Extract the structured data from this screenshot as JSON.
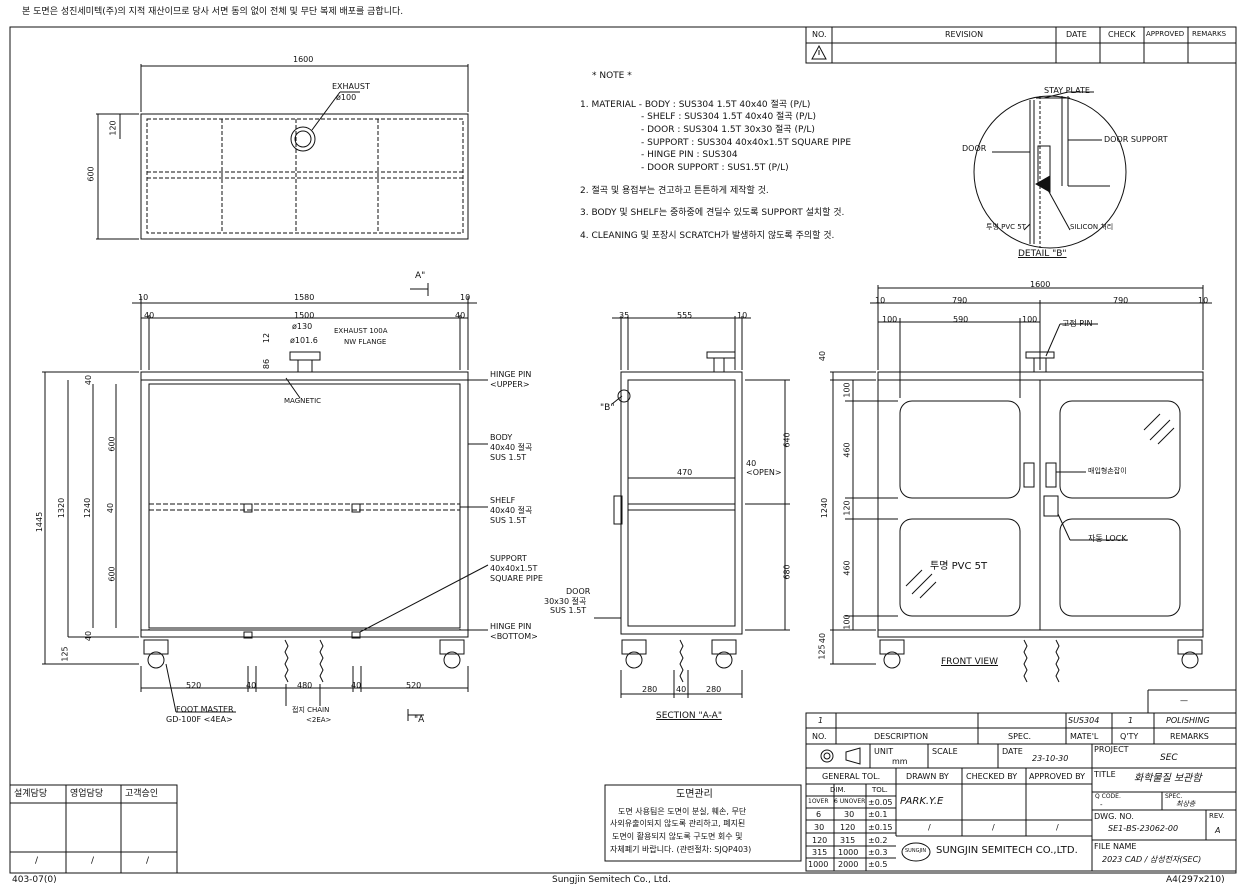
{
  "header_notice": "본 도면은 성진세미텍(주)의 지적 재산이므로 당사 서면 동의 없이 전체 및 무단 복제 배포를 금합니다.",
  "footer": {
    "form_code": "403-07(0)",
    "company": "Sungjin Semitech Co., Ltd.",
    "paper": "A4(297x210)"
  },
  "revision_table": {
    "headers": [
      "NO.",
      "REVISION",
      "DATE",
      "CHECK",
      "APPROVED",
      "REMARKS"
    ],
    "warning_icon": "warning-triangle-icon"
  },
  "notes": {
    "heading": "* NOTE *",
    "lines": [
      "1. MATERIAL - BODY : SUS304 1.5T 40x40 절곡 (P/L)",
      "- SHELF : SUS304 1.5T 40x40 절곡 (P/L)",
      "- DOOR : SUS304 1.5T 30x30 절곡 (P/L)",
      "- SUPPORT : SUS304 40x40x1.5T SQUARE PIPE",
      "- HINGE PIN : SUS304",
      "- DOOR SUPPORT : SUS1.5T (P/L)",
      "2. 절곡 및 용접부는 견고하고 튼튼하게 제작할 것.",
      "3. BODY 및 SHELF는 중하중에 견딜수 있도록 SUPPORT 설치할 것.",
      "4. CLEANING 및 포장시 SCRATCH가 발생하지 않도록 주의할 것."
    ]
  },
  "top_view": {
    "width": "1600",
    "depth": "600",
    "offset": "120",
    "exhaust_label": "EXHAUST",
    "exhaust_dia": "ø100"
  },
  "detail_b": {
    "title": "DETAIL \"B\"",
    "stay_plate": "STAY PLATE",
    "door": "DOOR",
    "door_support": "DOOR SUPPORT",
    "pvc": "투명 PVC 5T",
    "silicon": "SILICON 처리"
  },
  "front_frame": {
    "dims": {
      "d10a": "10",
      "d1580": "1580",
      "d10b": "10",
      "d40a": "40",
      "d1500": "1500",
      "d40b": "40",
      "d130": "ø130",
      "d1016": "ø101.6",
      "d12": "12",
      "d86": "86",
      "h1445": "1445",
      "h1320": "1320",
      "h1240": "1240",
      "h40a": "40",
      "h600a": "600",
      "h40b": "40",
      "h600b": "600",
      "h40c": "40",
      "h125": "125",
      "b520a": "520",
      "b40a": "40",
      "b480": "480",
      "b40b": "40",
      "b520b": "520"
    },
    "labels": {
      "exhaust": "EXHAUST 100A",
      "nw": "NW FLANGE",
      "magnetic": "MAGNETIC",
      "hinge_upper": "HINGE PIN",
      "hinge_upper2": "<UPPER>",
      "body": "BODY",
      "body2": "40x40 절곡",
      "body3": "SUS 1.5T",
      "shelf": "SHELF",
      "shelf2": "40x40 절곡",
      "shelf3": "SUS 1.5T",
      "support": "SUPPORT",
      "support2": "40x40x1.5T",
      "support3": "SQUARE PIPE",
      "hinge_bottom": "HINGE PIN",
      "hinge_bottom2": "<BOTTOM>",
      "foot": "FOOT MASTER",
      "foot2": "GD-100F <4EA>",
      "chain": "접지 CHAIN",
      "chain2": "<2EA>",
      "cut_a_top": "A\"",
      "cut_a_bottom": "\"A"
    }
  },
  "section_aa": {
    "title": "SECTION \"A-A\"",
    "dims": {
      "d35": "35",
      "d555": "555",
      "d10": "10",
      "d470": "470",
      "d40": "40",
      "open": "<OPEN>",
      "d640": "640",
      "d680": "680",
      "b280a": "280",
      "b40": "40",
      "b280b": "280"
    },
    "labels": {
      "b": "\"B\"",
      "door": "DOOR",
      "door2": "30x30 절곡",
      "door3": "SUS 1.5T"
    }
  },
  "front_view": {
    "title": "FRONT VIEW",
    "dims": {
      "d1600": "1600",
      "d10a": "10",
      "d790a": "790",
      "d790b": "790",
      "d10b": "10",
      "d100a": "100",
      "d590": "590",
      "d100b": "100",
      "h40": "40",
      "h1240": "1240",
      "h100a": "100",
      "h460a": "460",
      "h120": "120",
      "h460b": "460",
      "h100b": "100",
      "h125": "125",
      "h40b": "40"
    },
    "labels": {
      "pin": "고정 PIN",
      "handle": "매입형손잡이",
      "lock": "자동 LOCK",
      "pvc": "투명 PVC 5T"
    }
  },
  "parts_table": {
    "dash": "—",
    "row": {
      "no": "1",
      "desc": "",
      "spec": "",
      "mat": "SUS304",
      "qty": "1",
      "remarks": "POLISHING"
    },
    "headers": {
      "no": "NO.",
      "desc": "DESCRIPTION",
      "spec": "SPEC.",
      "mat": "MATE'L",
      "qty": "Q'TY",
      "remarks": "REMARKS"
    }
  },
  "title_block": {
    "unit_label": "UNIT",
    "unit": "mm",
    "scale_label": "SCALE",
    "scale": "",
    "date_label": "DATE",
    "date": "23-10-30",
    "project_label": "PROJECT",
    "project": "SEC",
    "general_tol": "GENERAL TOL.",
    "dim": "DIM.",
    "tol": "TOL.",
    "tol_rows": [
      [
        "1OVER",
        "6 UNOVER",
        "±0.05"
      ],
      [
        "6",
        "30",
        "±0.1"
      ],
      [
        "30",
        "120",
        "±0.15"
      ],
      [
        "120",
        "315",
        "±0.2"
      ],
      [
        "315",
        "1000",
        "±0.3"
      ],
      [
        "1000",
        "2000",
        "±0.5"
      ]
    ],
    "drawn_by_label": "DRAWN BY",
    "drawn_by": "PARK.Y.E",
    "checked_by_label": "CHECKED BY",
    "approved_by_label": "APPROVED BY",
    "slashes": [
      "/",
      "/",
      "/"
    ],
    "title_label": "TITLE",
    "title": "화학물질 보관함",
    "q_code_label": "Q CODE.",
    "q_code": "-",
    "spec_label": "SPEC.",
    "spec": "최상층",
    "dwg_label": "DWG. NO.",
    "dwg": "SE1-BS-23062-00",
    "rev_label": "REV.",
    "rev": "A",
    "file_label": "FILE NAME",
    "file": "2023 CAD / 삼성전자(SEC)",
    "company": "SUNGJIN SEMITECH CO.,LTD.",
    "logo_text": "SUNGJIN"
  },
  "approval_box": {
    "headers": [
      "설계담당",
      "영업담당",
      "고객승인"
    ],
    "slashes": [
      "/",
      "/",
      "/"
    ]
  },
  "management": {
    "title": "도면관리",
    "body": [
      "도면 사용팀은 도면이 분실, 훼손, 무단",
      "사외유출이되지 않도록 관리하고, 폐지된",
      "도면이 활용되지 않도록 구도면 회수 및",
      "자체폐기 바랍니다. (관련절차: SJQP403)"
    ]
  }
}
